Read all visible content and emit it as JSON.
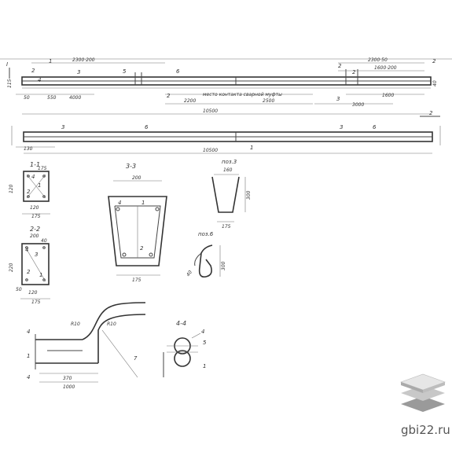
{
  "beam_a": {
    "marker": "I",
    "dims_top": [
      "2300·200",
      "2300·50",
      "1600·200",
      "2"
    ],
    "dims_bottom": [
      "50",
      "550",
      "4000",
      "2"
    ],
    "dims_long": [
      "2200",
      "2500",
      "3000",
      "1600",
      "10500"
    ],
    "note": "место контакта сварной муфты",
    "left_h": "115",
    "right_h": "40",
    "callouts": [
      "1",
      "2",
      "3",
      "4",
      "5",
      "6",
      "2",
      "2",
      "3"
    ]
  },
  "beam_b": {
    "callouts": [
      "3",
      "6",
      "3",
      "6",
      "1"
    ],
    "dims": [
      "130",
      "10500"
    ]
  },
  "section_1": {
    "label": "1-1",
    "dims": [
      "175",
      "120",
      "175",
      "120"
    ],
    "callouts": [
      "4",
      "1",
      "2"
    ]
  },
  "section_2": {
    "label": "2-2",
    "dims": [
      "200",
      "40",
      "220",
      "175",
      "120",
      "50"
    ],
    "callouts": [
      "4",
      "3",
      "2",
      "1"
    ]
  },
  "section_3": {
    "label": "3-3",
    "dims": [
      "200",
      "175"
    ],
    "callouts": [
      "4",
      "1",
      "2"
    ]
  },
  "detail_3": {
    "label": "поз.3",
    "dims": [
      "160",
      "300",
      "175"
    ]
  },
  "detail_6": {
    "label": "поз.6",
    "dims": [
      "300",
      "40"
    ]
  },
  "node": {
    "dims": [
      "R10",
      "R10",
      "370",
      "1000"
    ],
    "callouts": [
      "4",
      "1",
      "4",
      "7"
    ]
  },
  "section_4": {
    "label": "4-4",
    "callouts": [
      "4",
      "5",
      "1"
    ]
  },
  "watermark": {
    "text": "gbi22.ru"
  },
  "colors": {
    "line": "#444444",
    "logo_light": "#e6e6e6",
    "logo_mid": "#c8c8c8",
    "logo_dark": "#9a9a9a"
  }
}
